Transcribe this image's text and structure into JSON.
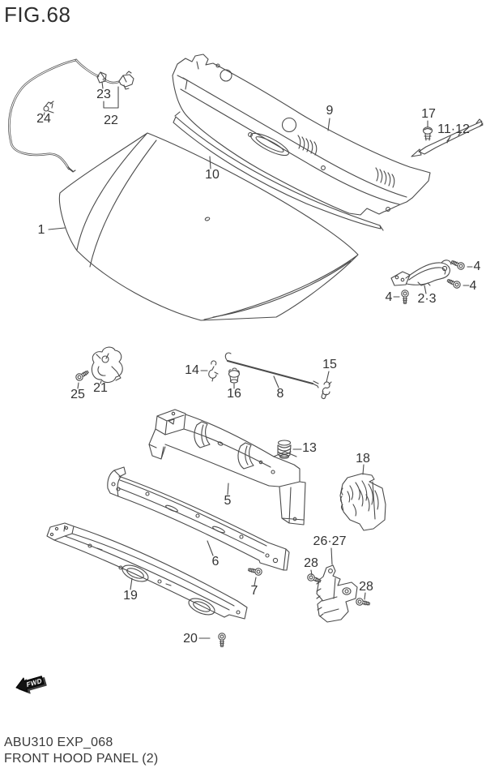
{
  "figure": {
    "title": "FIG.68",
    "code": "ABU310 EXP_068",
    "caption": "FRONT HOOD PANEL (2)",
    "fwd_marker": "FWD"
  },
  "colors": {
    "line": "#4b4b4b",
    "text": "#333333",
    "background": "#ffffff"
  },
  "labels": {
    "l1": "1",
    "l23": "23",
    "l24": "24",
    "l22": "22",
    "l10": "10",
    "l9": "9",
    "l17": "17",
    "l11_12": "11·12",
    "l4a": "4",
    "l4b": "4",
    "l4c": "4",
    "l2_3": "2·3",
    "l25": "25",
    "l21": "21",
    "l14": "14",
    "l16": "16",
    "l8": "8",
    "l15": "15",
    "l13": "13",
    "l5": "5",
    "l18": "18",
    "l6": "6",
    "l7": "7",
    "l19": "19",
    "l20": "20",
    "l26_27": "26·27",
    "l28a": "28",
    "l28b": "28"
  }
}
